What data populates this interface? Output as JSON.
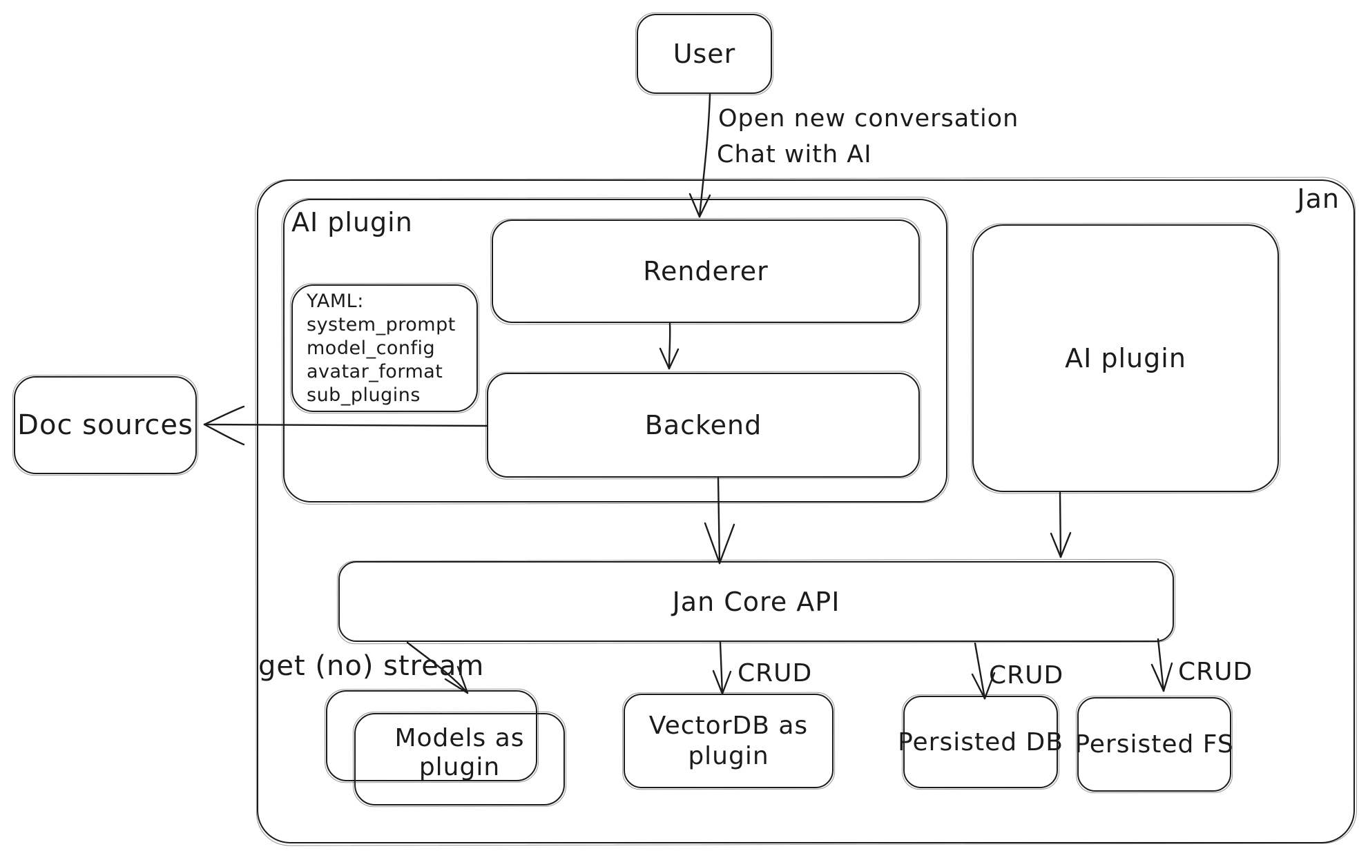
{
  "diagram": {
    "nodes": {
      "user": {
        "label": "User"
      },
      "jan": {
        "label": "Jan"
      },
      "ai_plugin_left": {
        "label": "AI plugin"
      },
      "renderer": {
        "label": "Renderer"
      },
      "yaml_note": {
        "lines": [
          "YAML:",
          "system_prompt",
          "model_config",
          "avatar_format",
          "sub_plugins"
        ]
      },
      "backend": {
        "label": "Backend"
      },
      "doc_sources": {
        "label": "Doc sources"
      },
      "ai_plugin_right": {
        "label": "AI plugin"
      },
      "jan_core_api": {
        "label": "Jan Core API"
      },
      "models_plugin": {
        "line1": "Models as",
        "line2": "plugin"
      },
      "vectordb_plugin": {
        "line1": "VectorDB as",
        "line2": "plugin"
      },
      "persisted_db": {
        "label": "Persisted DB"
      },
      "persisted_fs": {
        "label": "Persisted FS"
      }
    },
    "edge_labels": {
      "user_action_line1": "Open new conversation",
      "user_action_line2": "Chat with AI",
      "get_no_stream": "get (no) stream",
      "crud_vectordb": "CRUD",
      "crud_persisted_db": "CRUD",
      "crud_persisted_fs": "CRUD"
    },
    "colors": {
      "stroke": "#1b1b1b",
      "background": "#ffffff"
    }
  }
}
